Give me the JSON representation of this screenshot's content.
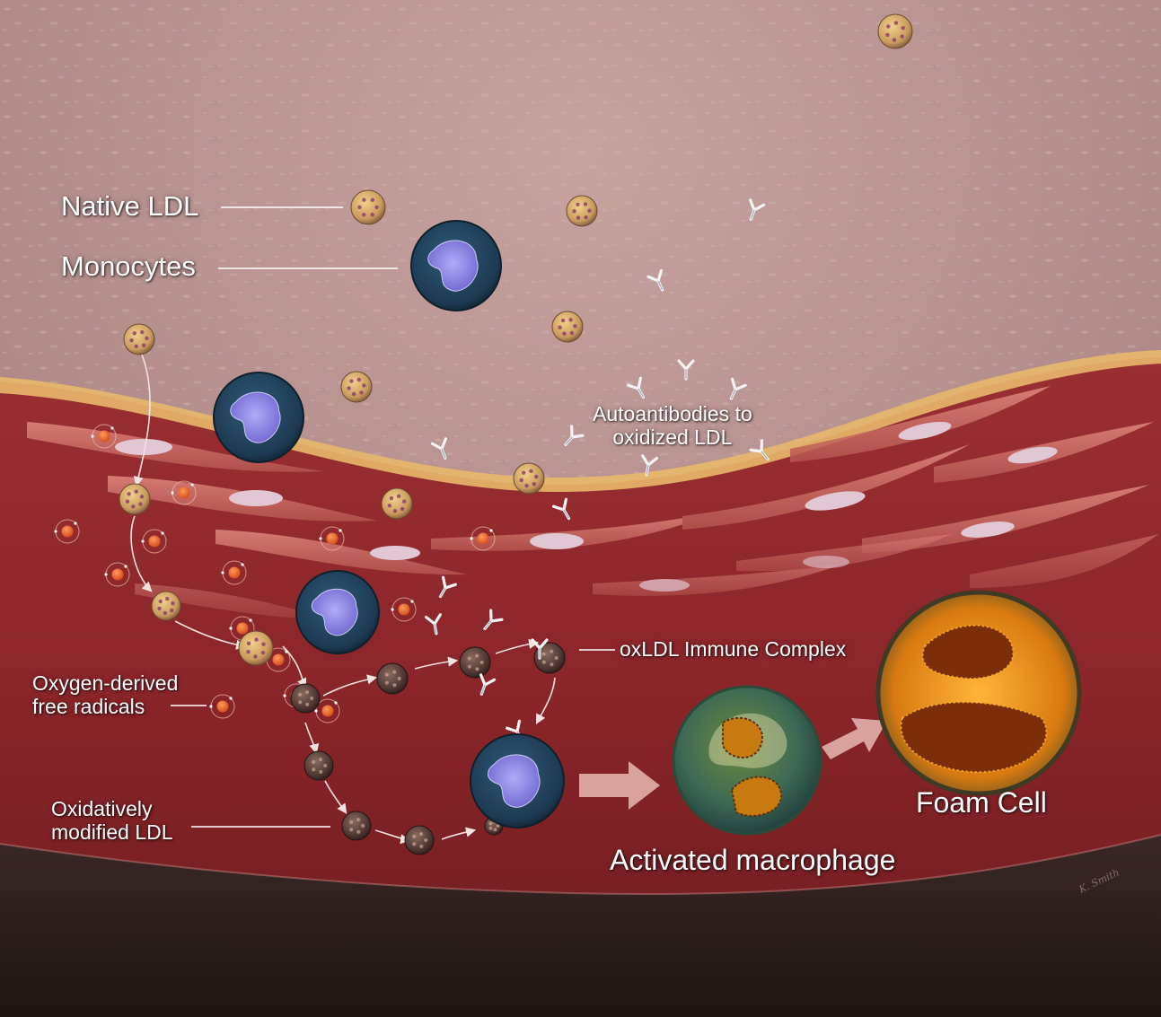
{
  "labels": {
    "native_ldl": "Native LDL",
    "monocytes": "Monocytes",
    "autoantibodies": "Autoantibodies to\noxidized LDL",
    "oxldl_complex": "oxLDL Immune Complex",
    "free_radicals": "Oxygen-derived\nfree radicals",
    "oxidized_ldl": "Oxidatively\nmodified LDL",
    "activated_macrophage": "Activated macrophage",
    "foam_cell": "Foam Cell"
  },
  "signature": "K. Smith",
  "colors": {
    "lumen": "#b6918f",
    "intima": "#8e2a2e",
    "muscle_cell": "#c9675f",
    "endothelium": "#e8b86b",
    "ldl": "#c9a06a",
    "monocyte_nucleus": "#8c82e6",
    "foam_orange": "#f3a21b",
    "text": "#ffffff"
  }
}
